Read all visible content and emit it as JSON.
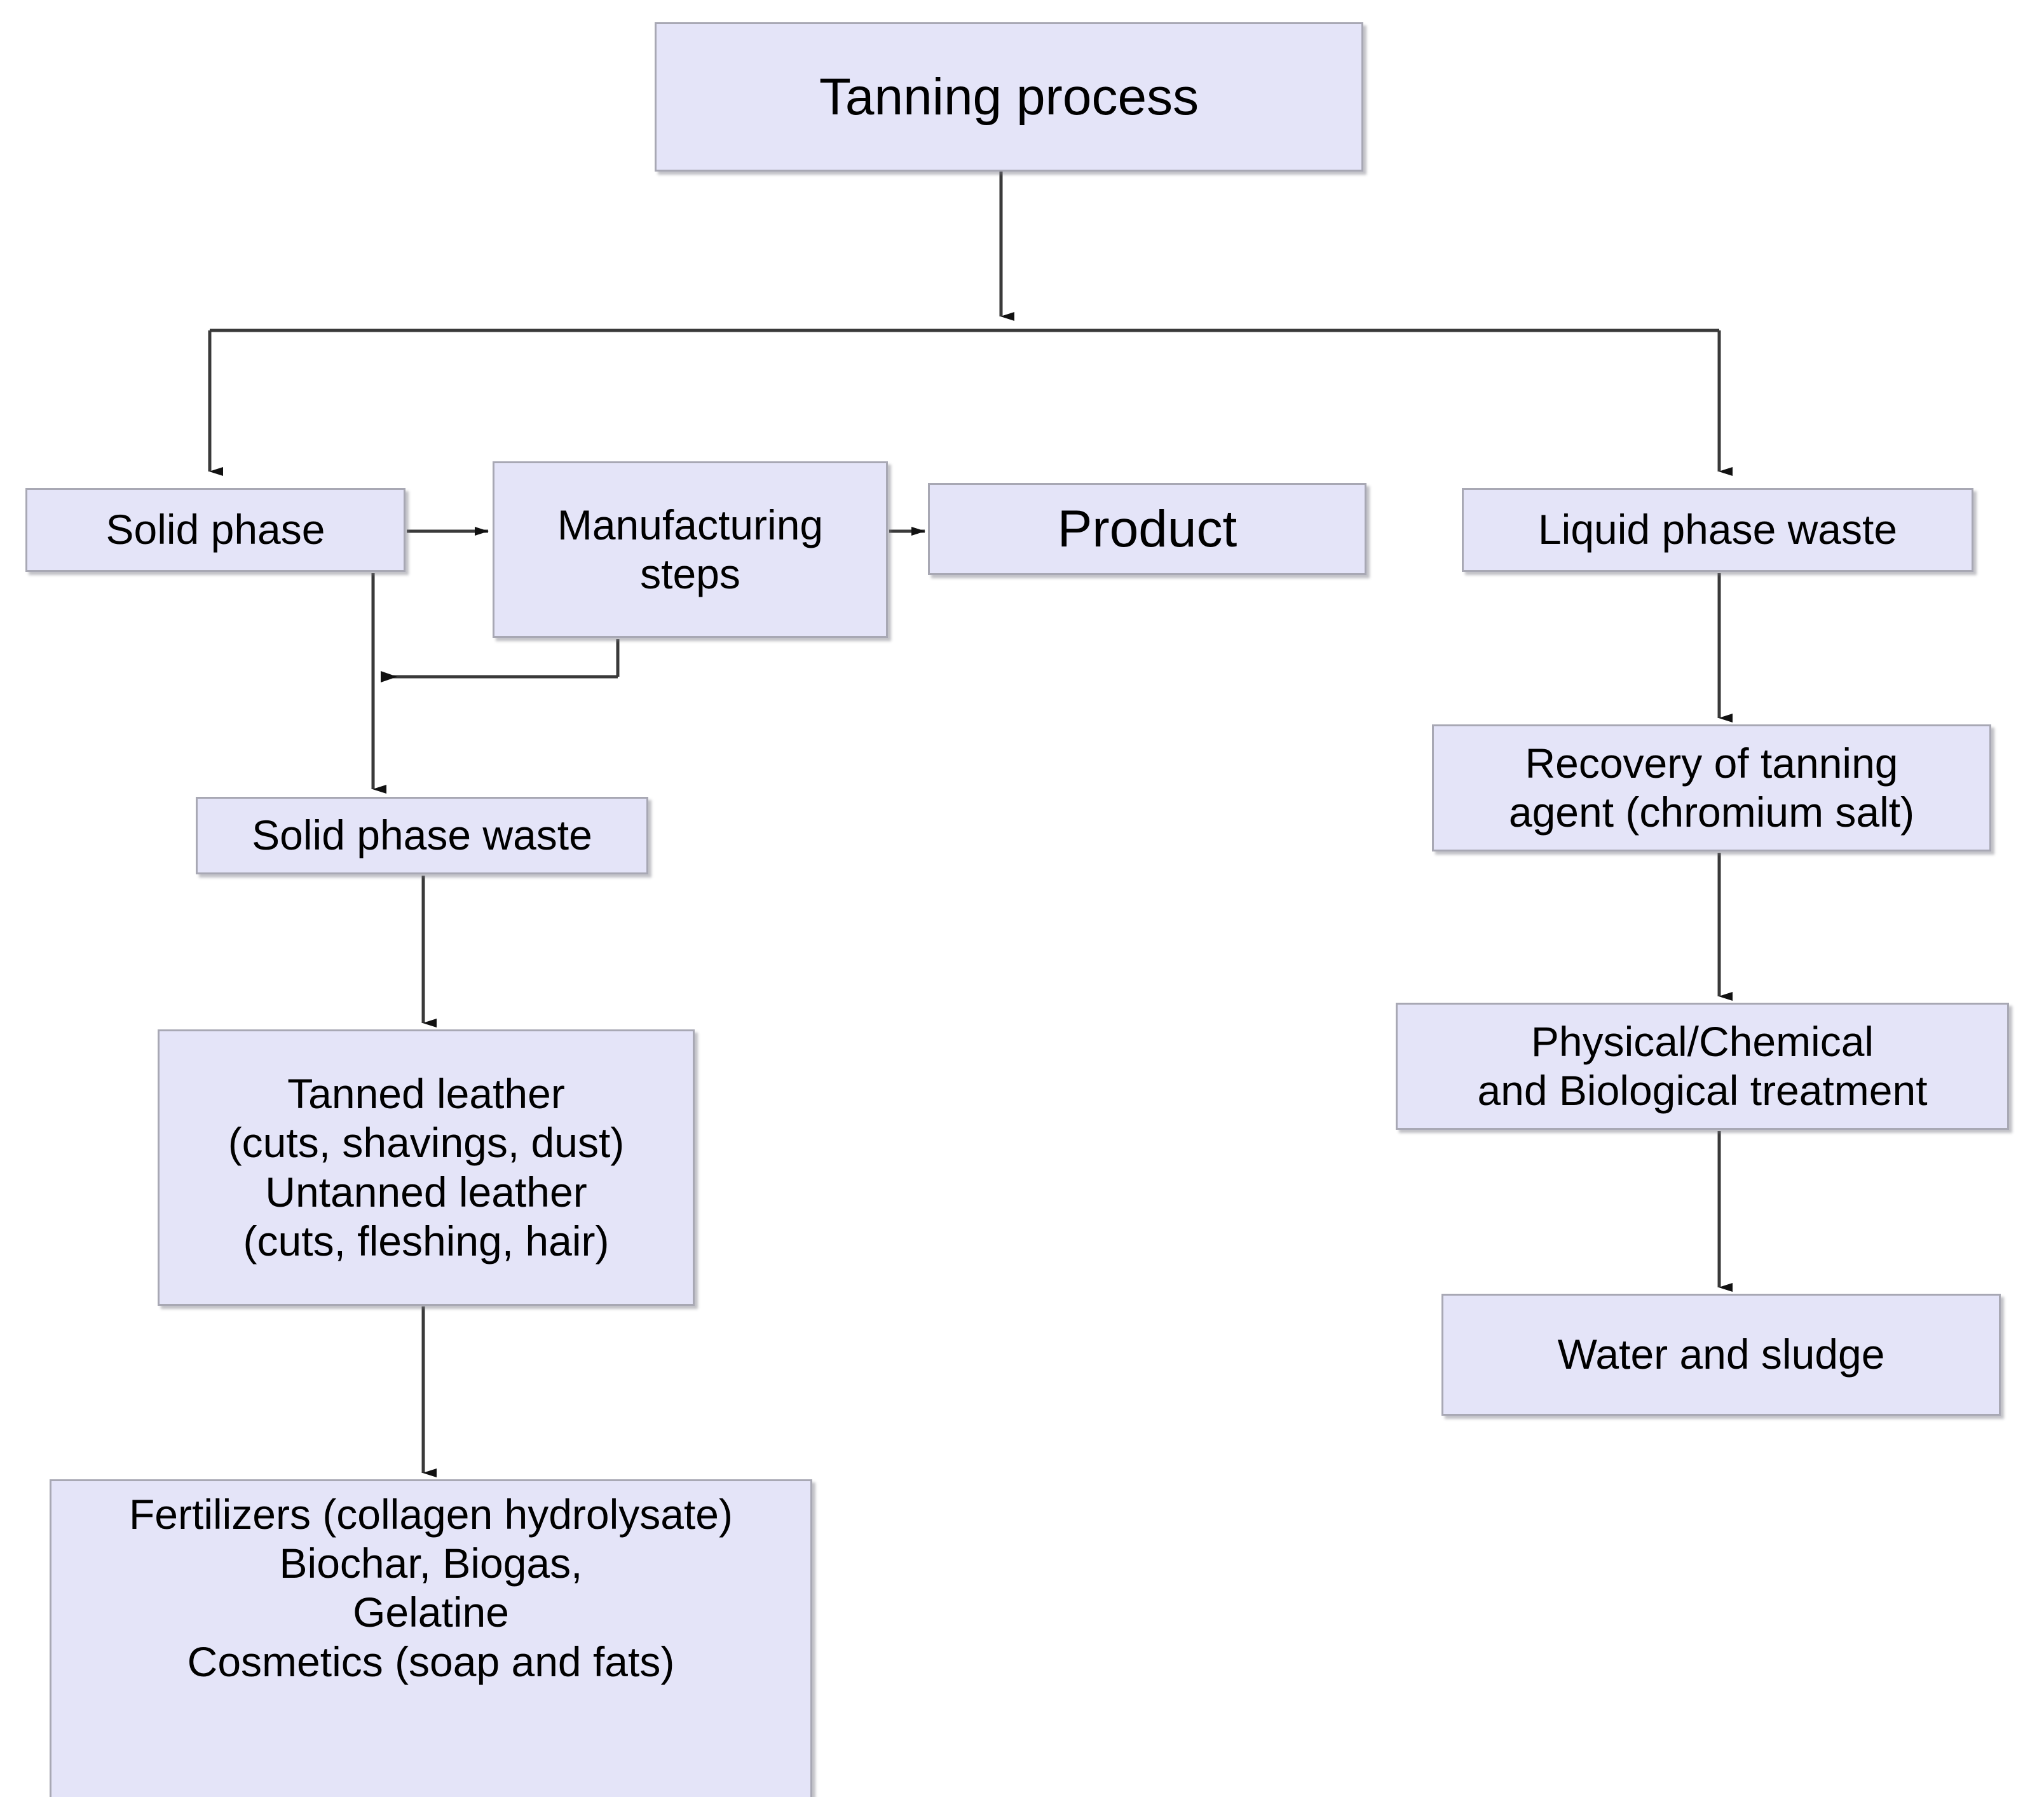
{
  "diagram": {
    "title": "Tanning process waste valorization flowchart",
    "node_fill_color": "#e4e4f8",
    "node_border_color": "#a8a8b4",
    "edge_color": "#3a3a3a",
    "nodes": {
      "tanning_process": "Tanning process",
      "solid_phase": "Solid phase",
      "manufacturing_steps": "Manufacturing\nsteps",
      "product": "Product",
      "liquid_phase_waste": "Liquid phase waste",
      "recovery_of_tanning_agent": "Recovery of tanning\nagent (chromium salt)",
      "solid_phase_waste": "Solid phase waste",
      "physical_chemical_treatment": "Physical/Chemical\nand Biological treatment",
      "tanned_leather": "Tanned leather\n(cuts, shavings, dust)\nUntanned leather\n(cuts, fleshing, hair)",
      "water_and_sludge": "Water and sludge",
      "fertilizers": "Fertilizers (collagen hydrolysate)\nBiochar, Biogas,\nGelatine\nCosmetics (soap and fats)"
    },
    "edges": [
      {
        "from": "tanning_process",
        "to": "split-bus",
        "type": "vertical-arrow"
      },
      {
        "from": "split-bus",
        "to": "solid_phase",
        "type": "elbow-arrow"
      },
      {
        "from": "split-bus",
        "to": "liquid_phase_waste",
        "type": "elbow-arrow"
      },
      {
        "from": "solid_phase",
        "to": "manufacturing_steps",
        "type": "horizontal-arrow"
      },
      {
        "from": "manufacturing_steps",
        "to": "product",
        "type": "horizontal-arrow"
      },
      {
        "from": "manufacturing_steps",
        "to": "solid_phase_branch",
        "type": "feedback-elbow-arrow"
      },
      {
        "from": "solid_phase",
        "to": "solid_phase_waste",
        "type": "vertical-arrow"
      },
      {
        "from": "solid_phase_waste",
        "to": "tanned_leather",
        "type": "vertical-arrow"
      },
      {
        "from": "tanned_leather",
        "to": "fertilizers",
        "type": "vertical-arrow"
      },
      {
        "from": "liquid_phase_waste",
        "to": "recovery_of_tanning_agent",
        "type": "vertical-arrow"
      },
      {
        "from": "recovery_of_tanning_agent",
        "to": "physical_chemical_treatment",
        "type": "vertical-arrow"
      },
      {
        "from": "physical_chemical_treatment",
        "to": "water_and_sludge",
        "type": "vertical-arrow"
      }
    ]
  }
}
